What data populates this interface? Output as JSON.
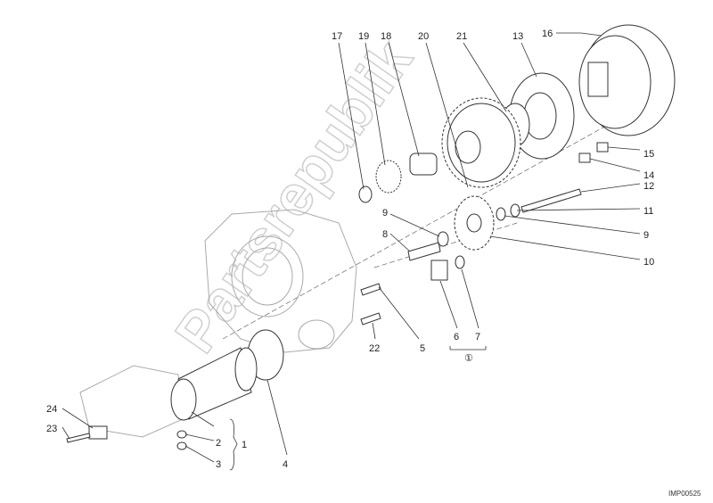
{
  "diagram": {
    "callouts": [
      "17",
      "19",
      "18",
      "20",
      "21",
      "13",
      "16",
      "15",
      "14",
      "12",
      "11",
      "9",
      "10",
      "9",
      "8",
      "5",
      "6",
      "7",
      "22",
      "4",
      "24",
      "23",
      "2",
      "3",
      "1"
    ],
    "group_mark": "①",
    "drawing_code": "IMP00525",
    "watermark": "Partsrepublik"
  }
}
